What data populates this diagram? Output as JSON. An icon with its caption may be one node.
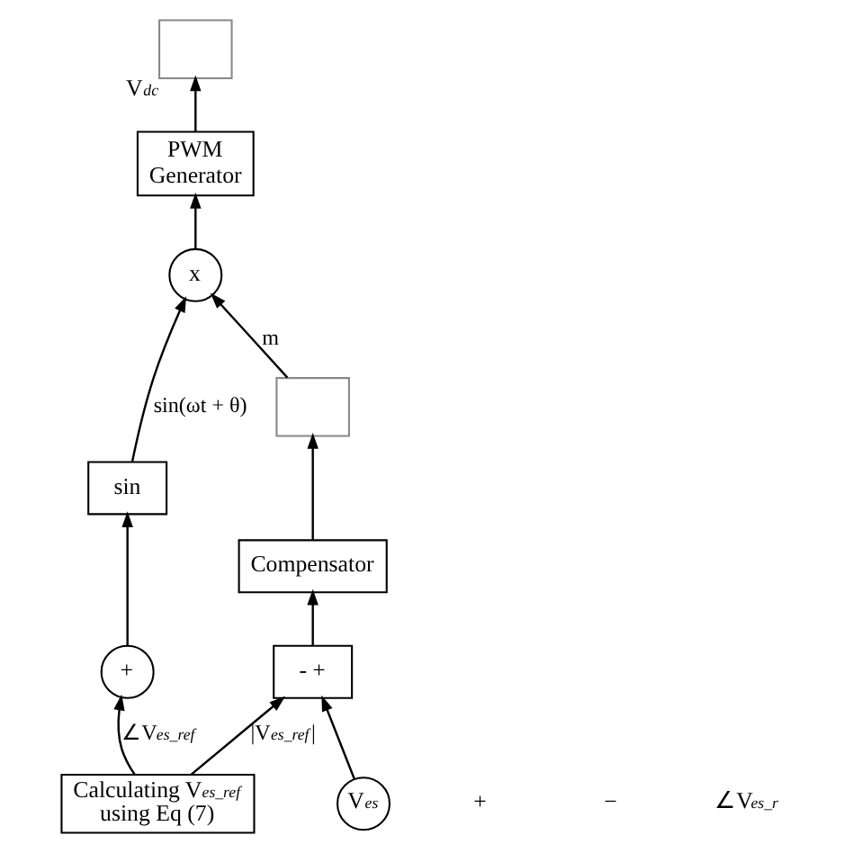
{
  "diagram": {
    "nodes": [
      {
        "text": [],
        "shape": "box",
        "beside": [
          "V$_{dc}$"
        ]
      },
      {
        "text": [
          "Calculating V$_{es_ref}$ using Eq (7)"
        ]
      },
      {
        "text": [
          "PWM Generator"
        ]
      },
      {
        "text": [
          "V$_{es}$"
        ]
      },
      {
        "text": [
          "- +"
        ]
      },
      {
        "text": [
          "Compensator"
        ]
      },
      {
        "text": [],
        "shape": "box"
      },
      {
        "text": [
          "x"
        ]
      },
      {
        "text": [
          "+"
        ]
      },
      {
        "text": [
          "sin"
        ]
      }
    ],
    "edges": [
      {
        "from": 1,
        "to": 4,
        "arrow": "to",
        "label": "|V$_{es_ref}$|"
      },
      {
        "from": 1,
        "to": 8,
        "arrow": "to",
        "label": "∠V$_{es_ref}$"
      },
      {
        "from": 3,
        "to": 4,
        "arrow": "to"
      },
      {
        "from": 4,
        "to": 5,
        "arrow": "to"
      },
      {
        "from": 5,
        "to": 6,
        "arrow": "to"
      },
      {
        "from": 6,
        "to": 7,
        "arrow": "to",
        "label": "m"
      },
      {
        "from": 7,
        "to": 2,
        "arrow": "to"
      },
      {
        "from": 2,
        "to": 0,
        "arrow": "to"
      },
      {
        "from": 8,
        "to": 9,
        "arrow": "to"
      },
      {
        "from": 9,
        "to": 7,
        "arrow": "to",
        "label": "sin(ωt + θ)"
      }
    ],
    "labels": [
      "+",
      "−",
      "∠V$_{es_r}$"
    ]
  }
}
